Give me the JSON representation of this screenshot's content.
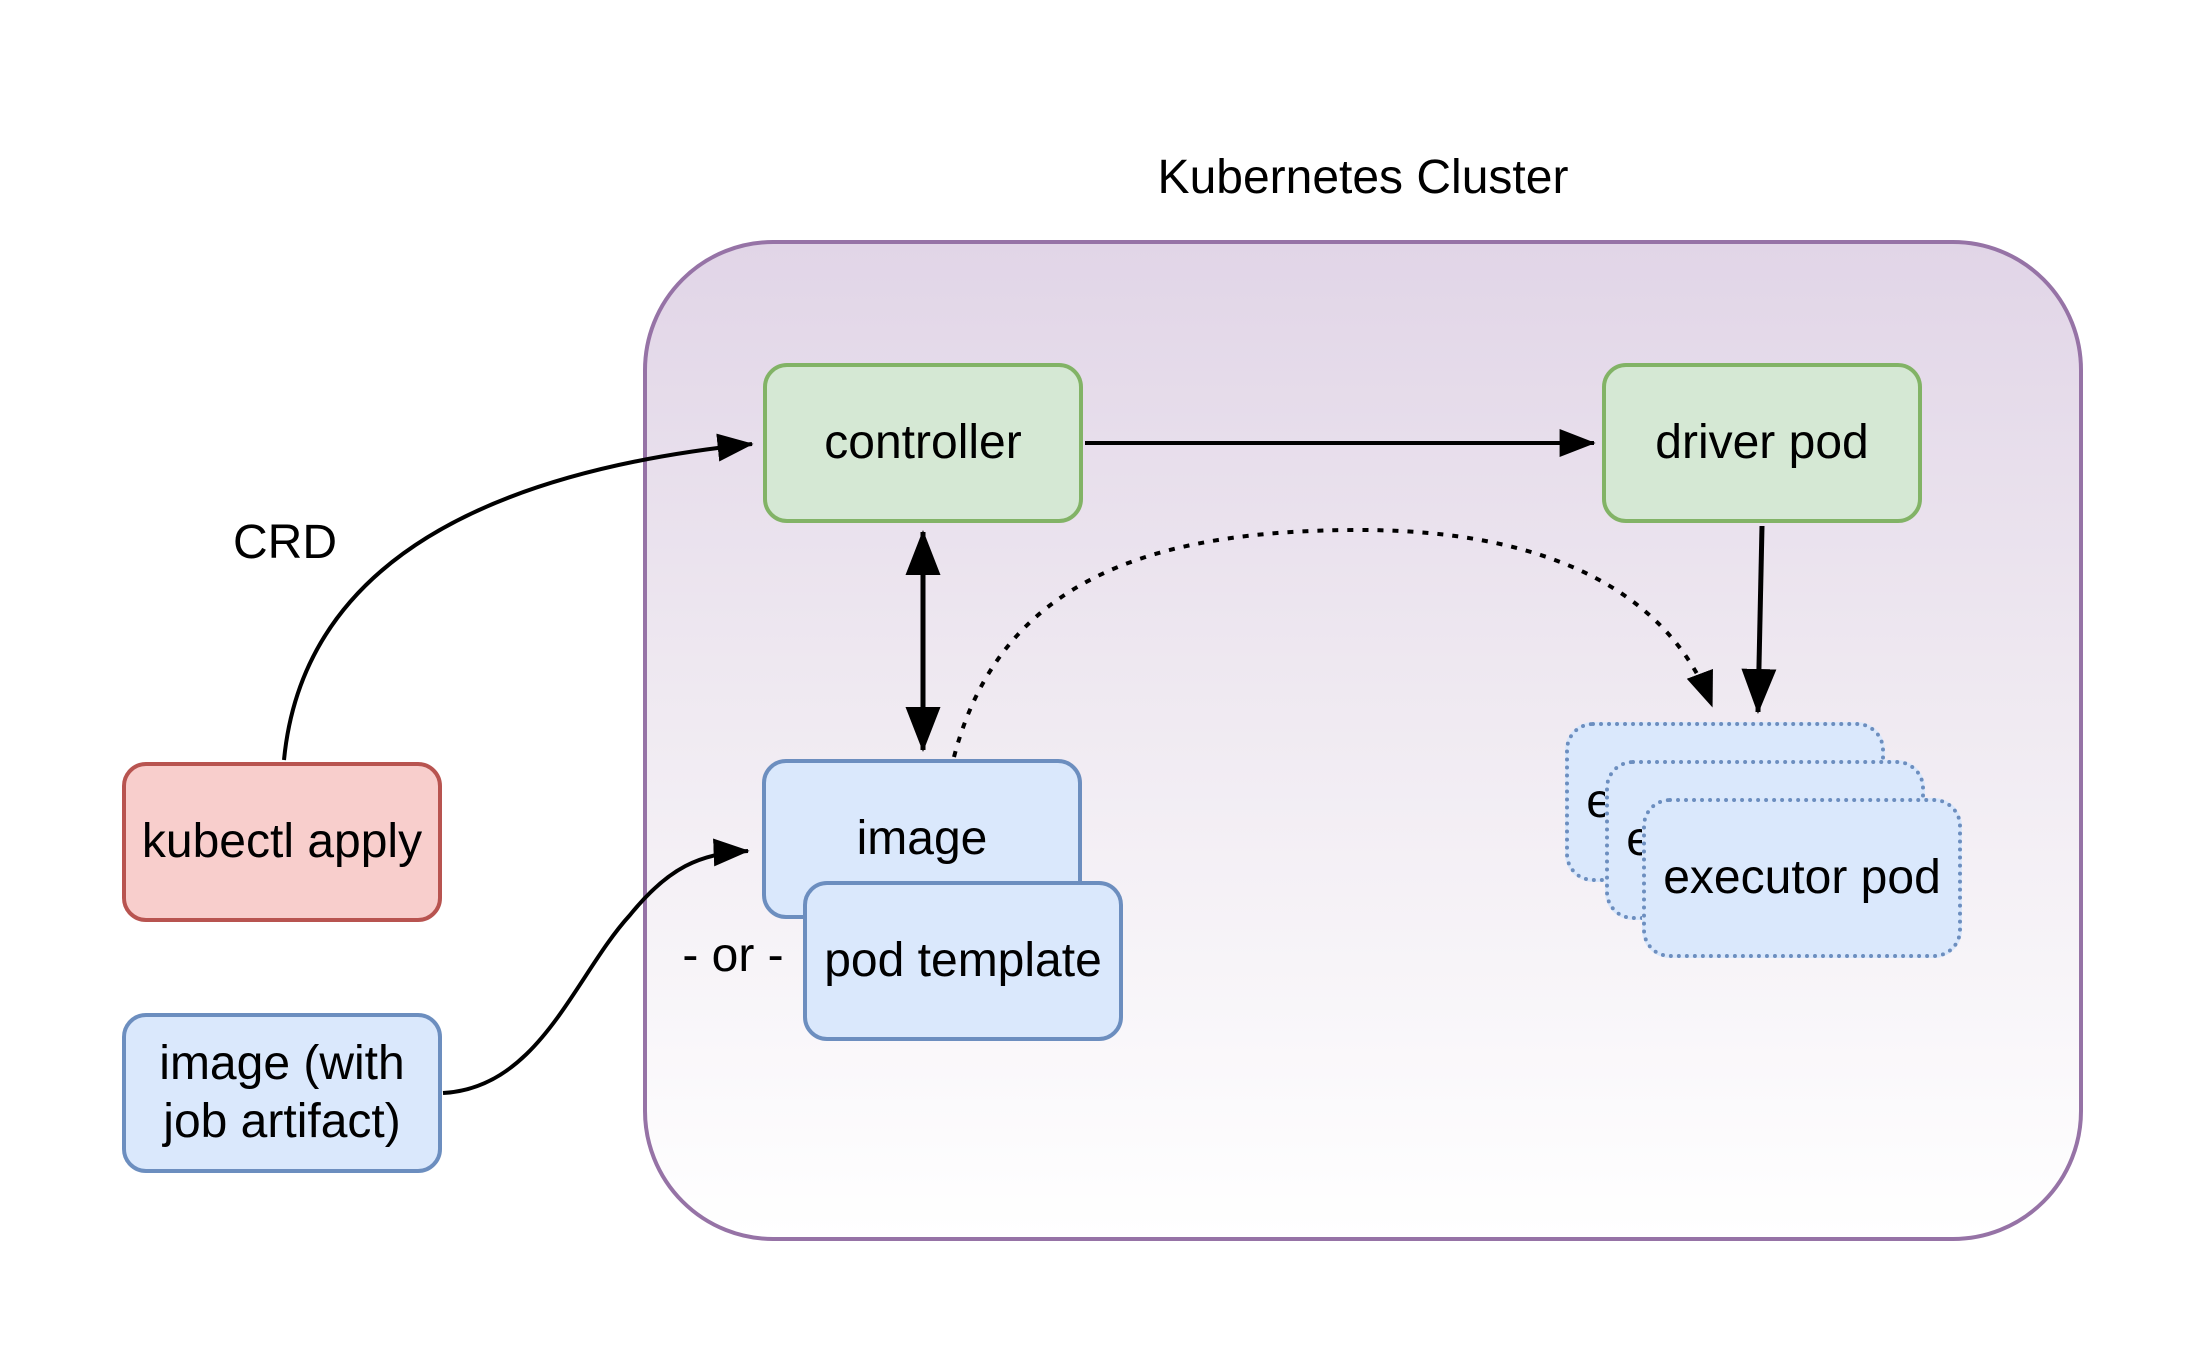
{
  "diagram": {
    "title": "Kubernetes Cluster",
    "nodes": {
      "kubectl_apply": {
        "label": "kubectl apply",
        "fill": "#f8cecc",
        "stroke": "#b85450"
      },
      "image_with_artifact": {
        "label": "image (with job artifact)",
        "fill": "#dae8fc",
        "stroke": "#6c8ebf"
      },
      "controller": {
        "label": "controller",
        "fill": "#d5e8d4",
        "stroke": "#82b366"
      },
      "driver_pod": {
        "label": "driver pod",
        "fill": "#d5e8d4",
        "stroke": "#82b366"
      },
      "image": {
        "label": "image",
        "fill": "#dae8fc",
        "stroke": "#6c8ebf"
      },
      "pod_template": {
        "label": "pod template",
        "fill": "#dae8fc",
        "stroke": "#6c8ebf"
      },
      "executor_pod": {
        "label": "executor pod",
        "stacked_count": 3,
        "fill": "#dae8fc",
        "stroke": "#6c8ebf",
        "border_style": "dotted"
      }
    },
    "edge_labels": {
      "crd": "CRD",
      "or": "- or -"
    },
    "cluster_style": {
      "stroke": "#9673a6",
      "fill_top": "#e1d5e7",
      "fill_bottom": "#ffffff"
    },
    "arrow_color": "#000000"
  }
}
